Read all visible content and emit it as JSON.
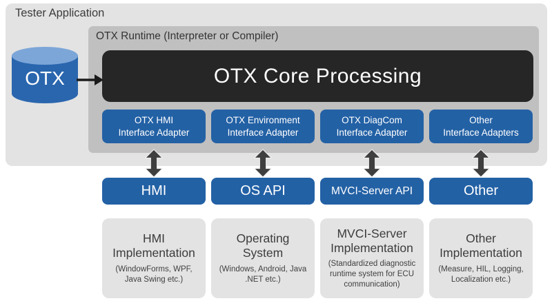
{
  "colors": {
    "outer_bg": "#e3e3e3",
    "runtime_bg": "#c0c0c0",
    "core_bg": "#262626",
    "accent_blue": "#2361a5",
    "cylinder_body": "#2a66ae",
    "cylinder_top": "#7ca6d8",
    "arrow_gray": "#3f3f3f",
    "flow_arrow_black": "#1b1b1b",
    "text_dark": "#3c3c3c",
    "text_light": "#ffffff"
  },
  "tester_app": {
    "title": "Tester Application"
  },
  "otx_source": {
    "label": "OTX"
  },
  "runtime": {
    "title": "OTX Runtime (Interpreter or Compiler)",
    "core_label": "OTX Core Processing",
    "adapters": [
      {
        "line1": "OTX HMI",
        "line2": "Interface Adapter"
      },
      {
        "line1": "OTX Environment",
        "line2": "Interface Adapter"
      },
      {
        "line1": "OTX DiagCom",
        "line2": "Interface Adapter"
      },
      {
        "line1": "Other",
        "line2": "Interface Adapters"
      }
    ]
  },
  "apis": [
    {
      "label": "HMI"
    },
    {
      "label": "OS API"
    },
    {
      "label": "MVCI-Server API"
    },
    {
      "label": "Other"
    }
  ],
  "implementations": [
    {
      "title": "HMI Implementation",
      "lines": [
        "(WindowForms, WPF,",
        "Java Swing etc.)"
      ]
    },
    {
      "title": "Operating System",
      "lines": [
        "(Windows, Android, Java",
        ".NET etc.)"
      ]
    },
    {
      "title": "MVCI-Server Implementation",
      "lines": [
        "(Standardized diagnostic",
        "runtime system for ECU",
        "communication)"
      ]
    },
    {
      "title": "Other Implementation",
      "lines": [
        "(Measure, HIL, Logging,",
        "Localization etc.)"
      ]
    }
  ]
}
